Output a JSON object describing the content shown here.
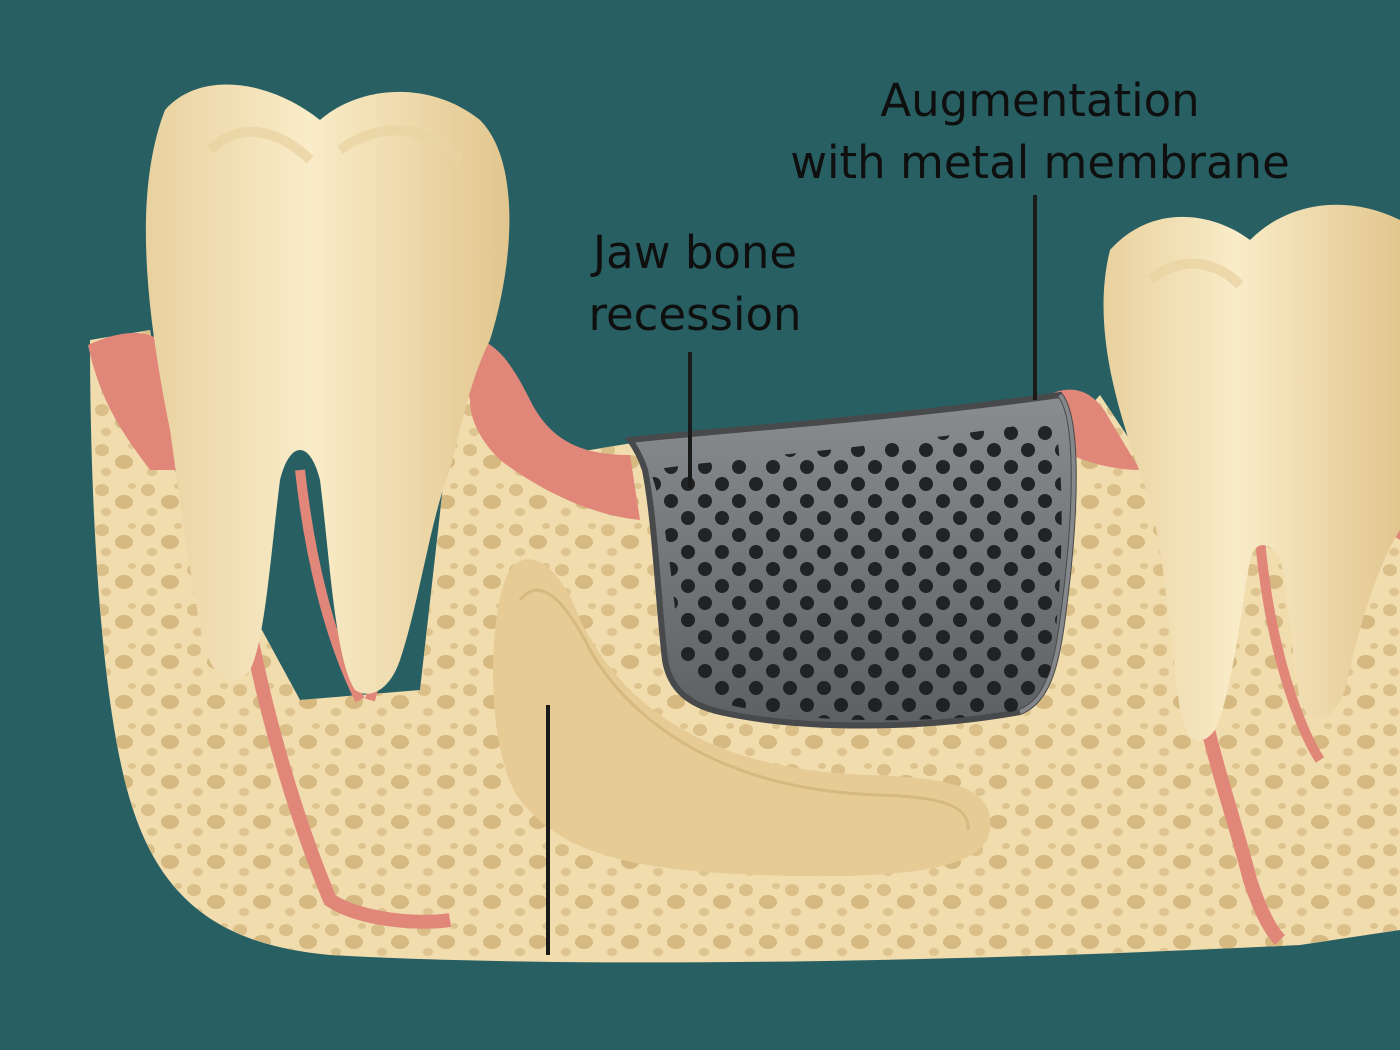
{
  "labels": {
    "membrane": {
      "line1": "Augmentation",
      "line2": "with metal membrane"
    },
    "recession": {
      "line1": "Jaw bone",
      "line2": "recession"
    }
  },
  "colors": {
    "background": "#285f63",
    "bone": "#f1dcae",
    "bone_shadow": "#d9bf87",
    "gum": "#e0877a",
    "gum_dark": "#c9675c",
    "tooth": "#f6e6bd",
    "tooth_shade": "#e3c990",
    "membrane": "#6e7174",
    "membrane_hole": "#1c1e20",
    "leader_line": "#1a1a1a"
  }
}
